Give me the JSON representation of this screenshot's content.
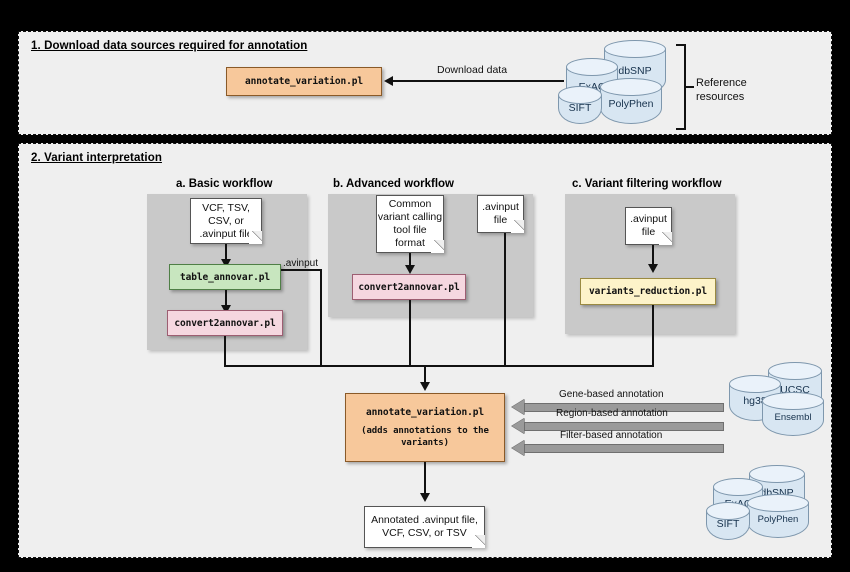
{
  "sections": [
    {
      "id": "s1",
      "title": "1. Download data sources required for annotation"
    },
    {
      "id": "s2",
      "title": "2. Variant interpretation"
    }
  ],
  "section1": {
    "script_box": "annotate_variation.pl",
    "download_label": "Download data",
    "reference_label_line1": "Reference",
    "reference_label_line2": "resources",
    "databases": [
      {
        "name": "ExAC"
      },
      {
        "name": "dbSNP"
      },
      {
        "name": "SIFT"
      },
      {
        "name": "PolyPhen"
      }
    ]
  },
  "workflows": [
    {
      "title": "a. Basic workflow",
      "input_note": "VCF, TSV,\nCSV, or\n.avinput file",
      "steps": [
        {
          "label": "table_annovar.pl",
          "color": "green"
        },
        {
          "label": "convert2annovar.pl",
          "color": "pink"
        }
      ],
      "edge_label": ".avinput"
    },
    {
      "title": "b. Advanced workflow",
      "input_note": "Common\nvariant calling\ntool file\nformat",
      "input_note2": ".avinput\nfile",
      "steps": [
        {
          "label": "convert2annovar.pl",
          "color": "pink"
        }
      ]
    },
    {
      "title": "c. Variant filtering workflow",
      "input_note": ".avinput\nfile",
      "steps": [
        {
          "label": "variants_reduction.pl",
          "color": "yellow"
        }
      ]
    }
  ],
  "center": {
    "script": "annotate_variation.pl",
    "subtitle": "(adds annotations to the\nvariants)"
  },
  "annotation_arrows": [
    {
      "label": "Gene-based annotation"
    },
    {
      "label": "Region-based annotation"
    },
    {
      "label": "Filter-based annotation"
    }
  ],
  "genome_databases": [
    {
      "name": "hg38"
    },
    {
      "name": "UCSC"
    },
    {
      "name": "Ensembl"
    }
  ],
  "variant_databases": [
    {
      "name": "ExAC"
    },
    {
      "name": "dbSNP"
    },
    {
      "name": "SIFT"
    },
    {
      "name": "PolyPhen"
    }
  ],
  "output": {
    "label": "Annotated .avinput file,\nVCF, CSV, or TSV"
  },
  "colors": {
    "orange": "#f7c89b",
    "green": "#c8e6bf",
    "pink": "#f5d7e0",
    "yellow": "#fdf3c9",
    "panel_bg": "#efefef",
    "workflow_bg": "#c9c9c9",
    "db_fill": "#d8e6f2",
    "arrow_gray": "#9a9a9a"
  }
}
